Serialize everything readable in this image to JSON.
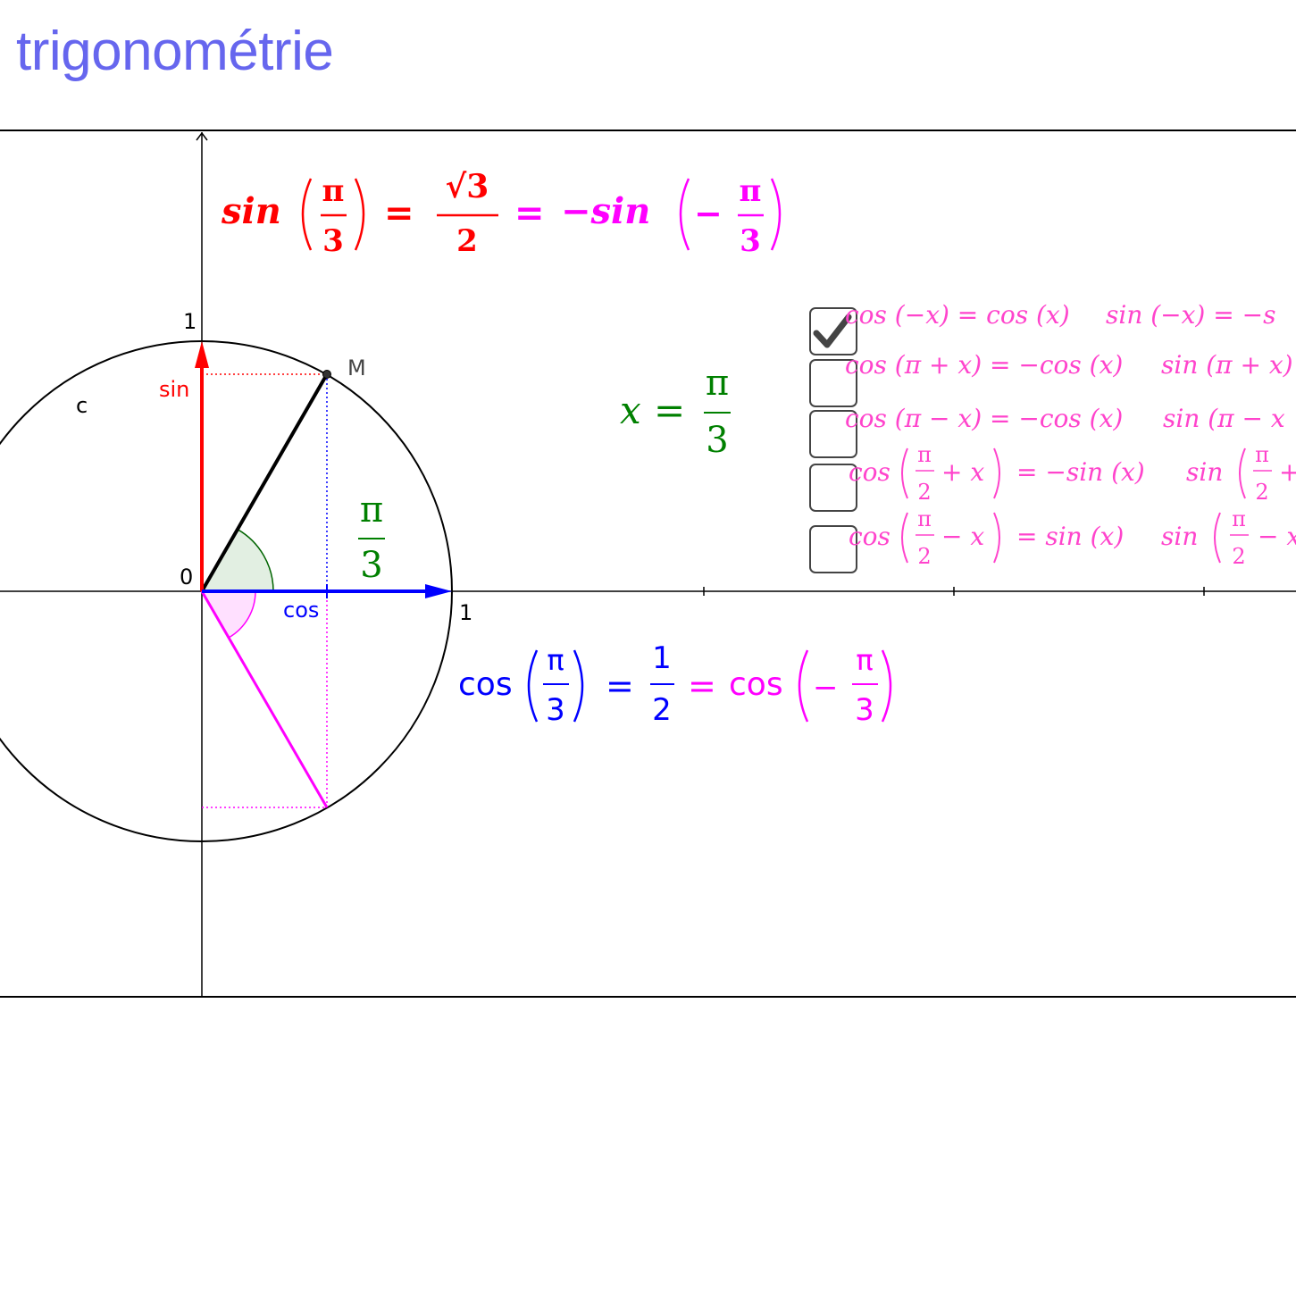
{
  "app": {
    "title": "trigonométrie"
  },
  "colors": {
    "title": "#6666ee",
    "sin": "#ff0000",
    "cos": "#0000ff",
    "negative": "#ff00ff",
    "angle": "#008000",
    "formula": "#ff44cc",
    "circle": "#000000"
  },
  "axes": {
    "origin_label": "0",
    "x_unit_label": "1",
    "y_unit_label": "1"
  },
  "circle": {
    "name": "c",
    "point_name": "M"
  },
  "labels": {
    "sin": "sin",
    "cos": "cos"
  },
  "angle": {
    "numerator": "π",
    "denominator": "3"
  },
  "x_value": {
    "variable": "x",
    "equals": "=",
    "numerator": "π",
    "denominator": "3"
  },
  "sin_equation": {
    "fn": "sin",
    "arg_num": "π",
    "arg_den": "3",
    "equals": "=",
    "value_root": "√3",
    "value_den": "2",
    "equals2": "=",
    "rhs_fn": "−sin",
    "rhs_arg_num": "π",
    "rhs_arg_den": "3",
    "rhs_minus": "−"
  },
  "cos_equation": {
    "fn": "cos",
    "arg_num": "π",
    "arg_den": "3",
    "equals": "=",
    "value_num": "1",
    "value_den": "2",
    "equals2": "=",
    "rhs_fn": "cos",
    "rhs_minus": "−",
    "rhs_arg_num": "π",
    "rhs_arg_den": "3"
  },
  "checkboxes": [
    {
      "checked": true
    },
    {
      "checked": false
    },
    {
      "checked": false
    },
    {
      "checked": false
    },
    {
      "checked": false
    }
  ],
  "formulas": {
    "f1_cos": "cos (−x) = cos (x)",
    "f1_sin": "sin (−x) = −s",
    "f2_cos": "cos (π + x) = −cos (x)",
    "f2_sin": "sin (π + x)",
    "f3_cos": "cos (π − x) = −cos (x)",
    "f3_sin": "sin (π − x",
    "f4_cos_fn": "cos",
    "f4_cos_num": "π",
    "f4_cos_den": "2",
    "f4_cos_tail": "+ x",
    "f4_cos_rhs": "= −sin (x)",
    "f4_sin_fn": "sin",
    "f4_sin_num": "π",
    "f4_sin_den": "2",
    "f4_sin_tail": "+",
    "f5_cos_fn": "cos",
    "f5_cos_num": "π",
    "f5_cos_den": "2",
    "f5_cos_tail": "− x",
    "f5_cos_rhs": "= sin (x)",
    "f5_sin_fn": "sin",
    "f5_sin_num": "π",
    "f5_sin_den": "2",
    "f5_sin_tail": "− x"
  }
}
